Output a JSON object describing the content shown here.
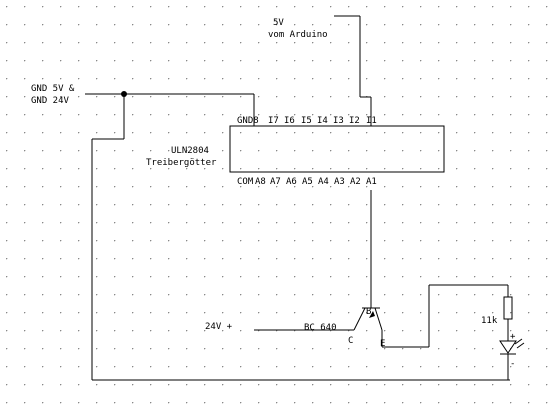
{
  "labels": {
    "supply_line1": "5V",
    "supply_line2": "vom Arduino",
    "ground_line1": "GND 5V &",
    "ground_line2": "GND 24V",
    "ic_name": "ULN2804",
    "ic_desc": "Treibergötter",
    "supply_24v": "24V +",
    "transistor": "BC 640",
    "pin_b": "B",
    "pin_c": "C",
    "pin_e": "E",
    "resistor": "11k",
    "led_plus": "+",
    "led_minus": "-"
  },
  "ic_pins_top": [
    "GND8",
    "I7",
    "I6",
    "I5",
    "I4",
    "I3",
    "I2",
    "I1"
  ],
  "ic_pins_bottom": [
    "COM",
    "A8",
    "A7",
    "A6",
    "A5",
    "A4",
    "A3",
    "A2",
    "A1"
  ],
  "colors": {
    "wire": "#000000",
    "grid_dot": "#888888",
    "background": "#ffffff"
  }
}
